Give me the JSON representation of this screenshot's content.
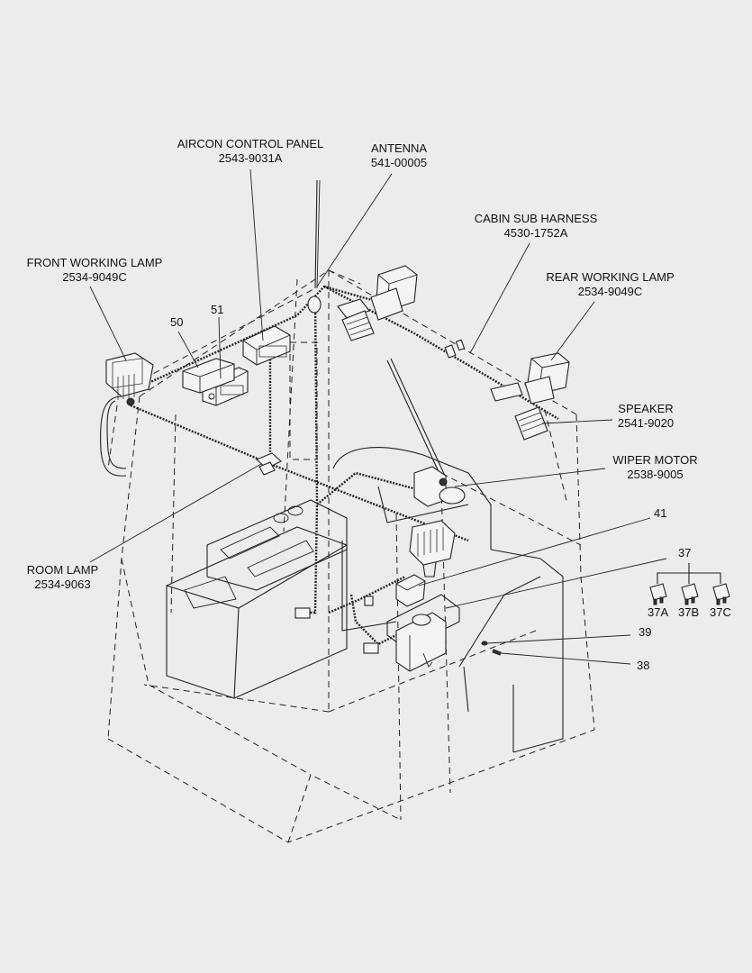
{
  "callouts": {
    "aircon": {
      "name": "AIRCON CONTROL PANEL",
      "part": "2543-9031A"
    },
    "antenna": {
      "name": "ANTENNA",
      "part": "541-00005"
    },
    "cabin_harness": {
      "name": "CABIN SUB HARNESS",
      "part": "4530-1752A"
    },
    "front_lamp": {
      "name": "FRONT WORKING LAMP",
      "part": "2534-9049C"
    },
    "rear_lamp": {
      "name": "REAR WORKING LAMP",
      "part": "2534-9049C"
    },
    "speaker": {
      "name": "SPEAKER",
      "part": "2541-9020"
    },
    "wiper_motor": {
      "name": "WIPER MOTOR",
      "part": "2538-9005"
    },
    "room_lamp": {
      "name": "ROOM LAMP",
      "part": "2534-9063"
    }
  },
  "item_numbers": {
    "n50": "50",
    "n51": "51",
    "n41": "41",
    "n37": "37",
    "n37a": "37A",
    "n37b": "37B",
    "n37c": "37C",
    "n39": "39",
    "n38": "38"
  }
}
